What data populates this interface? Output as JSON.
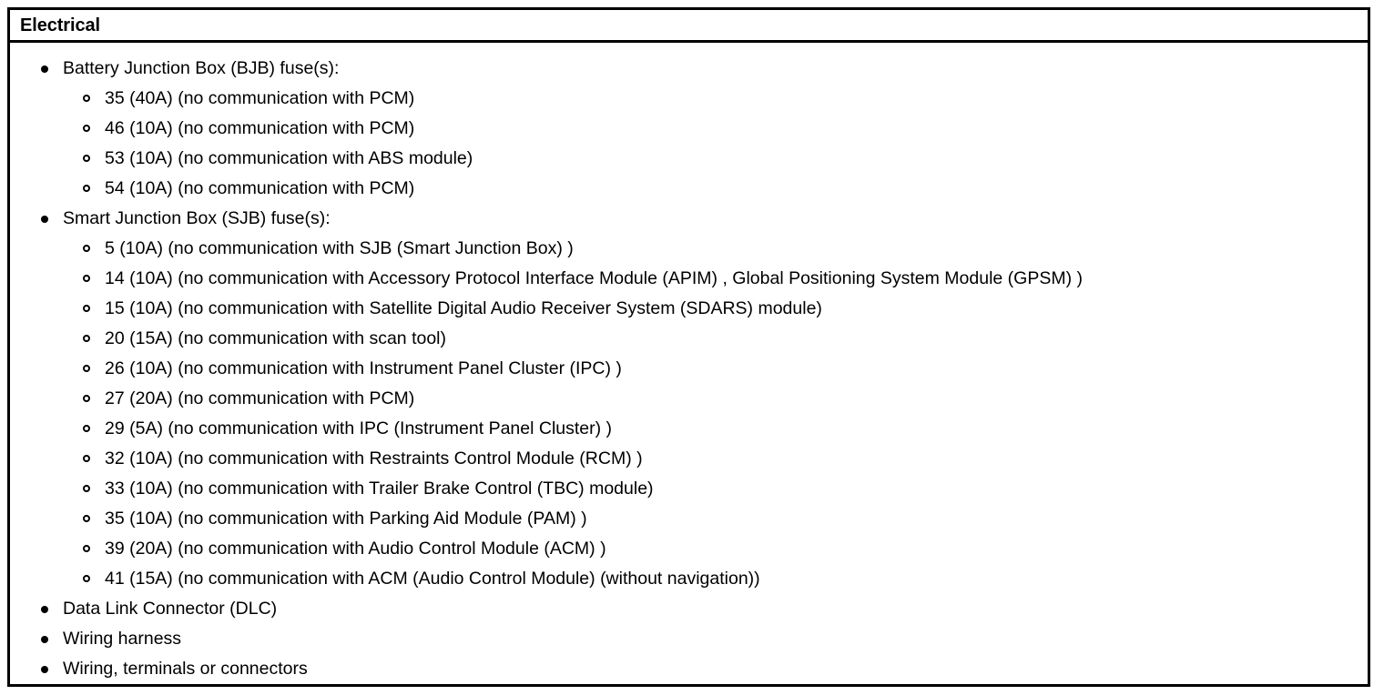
{
  "table": {
    "header": {
      "title": "Electrical"
    },
    "items": [
      {
        "label": "Battery Junction Box (BJB) fuse(s):",
        "bullet": "filled-disc-bullet",
        "children": [
          {
            "label": "35 (40A) (no communication with PCM)",
            "bullet": "hollow-circle-bullet"
          },
          {
            "label": "46 (10A) (no communication with PCM)",
            "bullet": "hollow-circle-bullet"
          },
          {
            "label": "53 (10A) (no communication with ABS module)",
            "bullet": "hollow-circle-bullet"
          },
          {
            "label": "54 (10A) (no communication with PCM)",
            "bullet": "hollow-circle-bullet"
          }
        ]
      },
      {
        "label": "Smart Junction Box (SJB) fuse(s):",
        "bullet": "filled-disc-bullet",
        "children": [
          {
            "label": "5 (10A) (no communication with SJB (Smart Junction Box) )",
            "bullet": "hollow-circle-bullet"
          },
          {
            "label": "14 (10A) (no communication with Accessory Protocol Interface Module (APIM) , Global Positioning System Module (GPSM) )",
            "bullet": "hollow-circle-bullet"
          },
          {
            "label": "15 (10A) (no communication with Satellite Digital Audio Receiver System (SDARS) module)",
            "bullet": "hollow-circle-bullet"
          },
          {
            "label": "20 (15A) (no communication with scan tool)",
            "bullet": "hollow-circle-bullet"
          },
          {
            "label": "26 (10A) (no communication with Instrument Panel Cluster (IPC) )",
            "bullet": "hollow-circle-bullet"
          },
          {
            "label": "27 (20A) (no communication with PCM)",
            "bullet": "hollow-circle-bullet"
          },
          {
            "label": "29 (5A) (no communication with IPC (Instrument Panel Cluster) )",
            "bullet": "hollow-circle-bullet"
          },
          {
            "label": "32 (10A) (no communication with Restraints Control Module (RCM) )",
            "bullet": "hollow-circle-bullet"
          },
          {
            "label": "33 (10A) (no communication with Trailer Brake Control (TBC) module)",
            "bullet": "hollow-circle-bullet"
          },
          {
            "label": "35 (10A) (no communication with Parking Aid Module (PAM) )",
            "bullet": "hollow-circle-bullet"
          },
          {
            "label": "39 (20A) (no communication with Audio Control Module (ACM) )",
            "bullet": "hollow-circle-bullet"
          },
          {
            "label": "41 (15A) (no communication with ACM (Audio Control Module) (without navigation))",
            "bullet": "hollow-circle-bullet"
          }
        ]
      },
      {
        "label": "Data Link Connector (DLC)",
        "bullet": "filled-disc-bullet",
        "children": []
      },
      {
        "label": "Wiring harness",
        "bullet": "filled-disc-bullet",
        "children": []
      },
      {
        "label": "Wiring, terminals or connectors",
        "bullet": "filled-disc-bullet",
        "children": []
      }
    ]
  },
  "colors": {
    "border": "#000000",
    "text": "#000000",
    "background": "#ffffff"
  }
}
